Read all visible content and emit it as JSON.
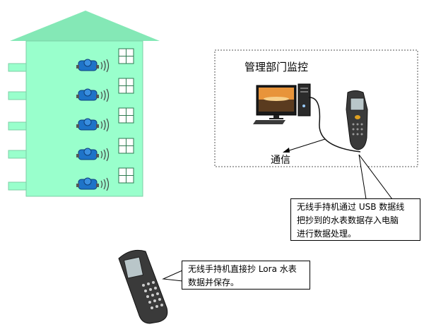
{
  "monitor_box": {
    "title": "管理部门监控",
    "comm_label": "通信"
  },
  "callouts": {
    "usb": {
      "line1": "无线手持机通过 USB 数据线",
      "line2": "把抄到的水表数据存入电脑",
      "line3": "进行数据处理。"
    },
    "lora": {
      "line1": "无线手持机直接抄 Lora 水表",
      "line2": "数据并保存。"
    }
  },
  "colors": {
    "building": "#99ffcc",
    "roof": "#84e8b6",
    "meter": "#1e73c8"
  }
}
